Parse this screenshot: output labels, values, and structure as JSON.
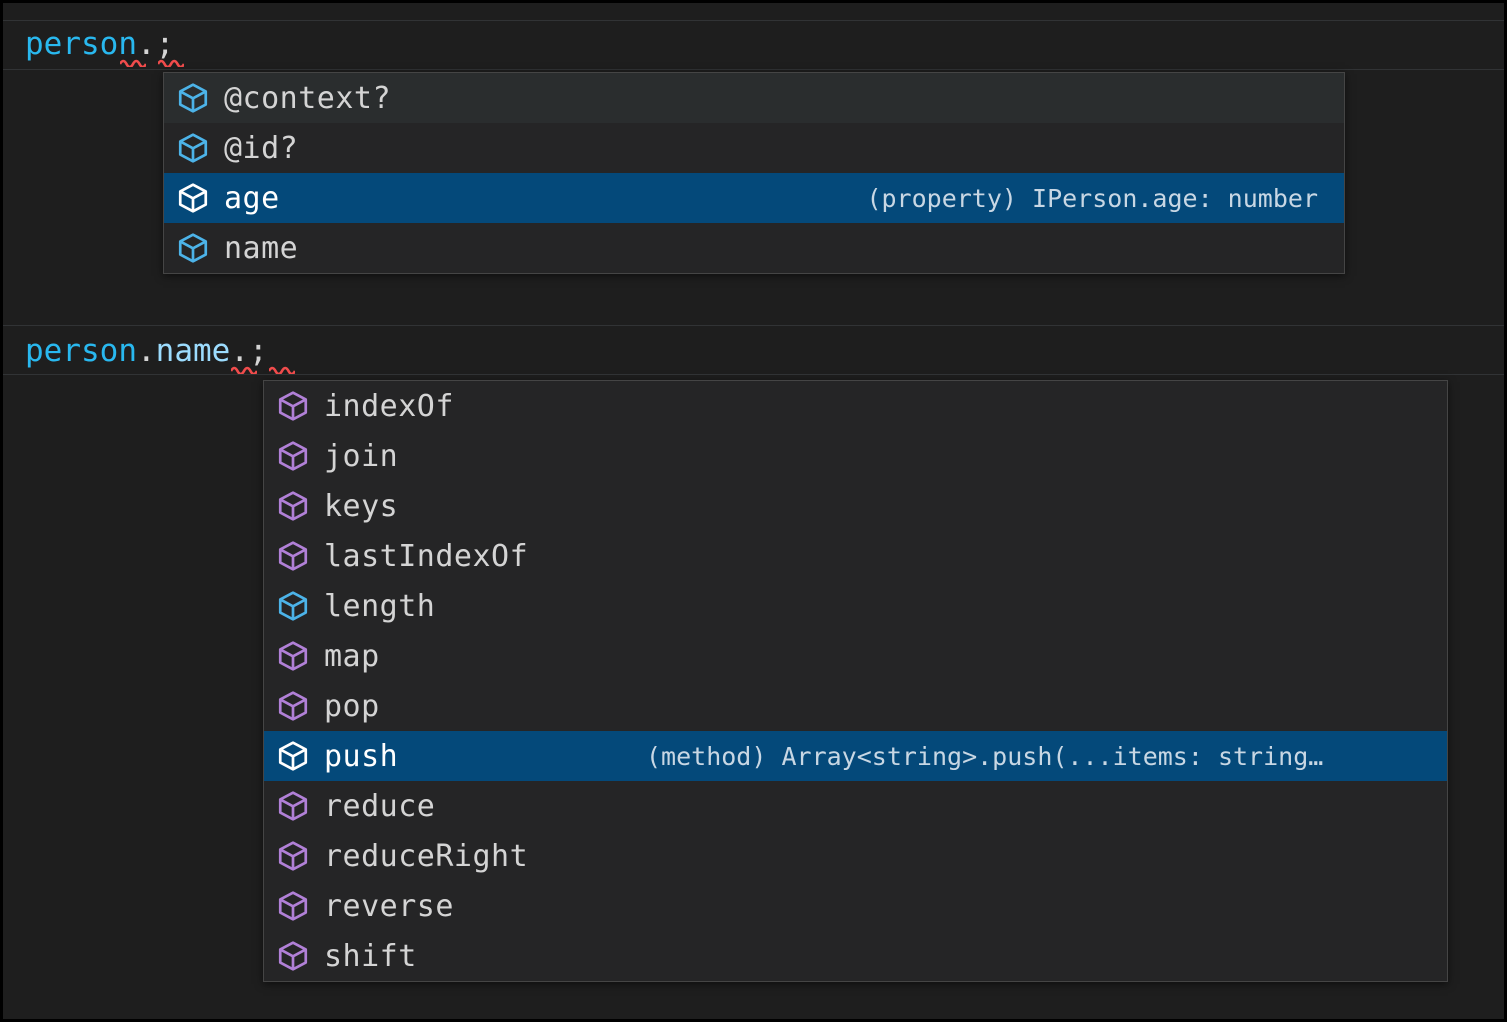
{
  "editor": {
    "background": "#1e1e1e",
    "code_lines": [
      {
        "id": "line-person",
        "segments": [
          {
            "text": "person",
            "kind": "variable"
          },
          {
            "text": ".",
            "kind": "punctuation",
            "error": true
          },
          {
            "text": ";",
            "kind": "punctuation",
            "error": true
          }
        ],
        "plain": "person.;"
      },
      {
        "id": "line-person-name",
        "segments": [
          {
            "text": "person",
            "kind": "variable"
          },
          {
            "text": ".",
            "kind": "punctuation"
          },
          {
            "text": "name",
            "kind": "property"
          },
          {
            "text": ".",
            "kind": "punctuation",
            "error": true
          },
          {
            "text": ";",
            "kind": "punctuation",
            "error": true
          }
        ],
        "plain": "person.name.;"
      }
    ]
  },
  "colors": {
    "editor_background": "#1e1e1e",
    "widget_background": "#252526",
    "widget_border": "#454545",
    "selection_blue": "#04497a",
    "hover_row": "#2a2d2e",
    "text": "#d4d4d4",
    "property_icon": "#4cb3e8",
    "method_icon": "#b180d7",
    "selected_icon": "#ffffff",
    "error_squiggle": "#f14c4c",
    "variable_token": "#29b8ef",
    "property_token": "#9cdcfe"
  },
  "suggest_person": {
    "name": "suggest-widget-person",
    "items": [
      {
        "label": "@context?",
        "icon": "property-cube-icon",
        "icon_kind": "property",
        "state": "hover",
        "detail": ""
      },
      {
        "label": "@id?",
        "icon": "property-cube-icon",
        "icon_kind": "property",
        "state": "normal",
        "detail": ""
      },
      {
        "label": "age",
        "icon": "property-cube-icon",
        "icon_kind": "property",
        "state": "selected",
        "detail": "(property) IPerson.age: number"
      },
      {
        "label": "name",
        "icon": "property-cube-icon",
        "icon_kind": "property",
        "state": "normal",
        "detail": ""
      }
    ]
  },
  "suggest_name": {
    "name": "suggest-widget-name",
    "items": [
      {
        "label": "indexOf",
        "icon": "method-cube-icon",
        "icon_kind": "method",
        "state": "normal",
        "detail": ""
      },
      {
        "label": "join",
        "icon": "method-cube-icon",
        "icon_kind": "method",
        "state": "normal",
        "detail": ""
      },
      {
        "label": "keys",
        "icon": "method-cube-icon",
        "icon_kind": "method",
        "state": "normal",
        "detail": ""
      },
      {
        "label": "lastIndexOf",
        "icon": "method-cube-icon",
        "icon_kind": "method",
        "state": "normal",
        "detail": ""
      },
      {
        "label": "length",
        "icon": "property-cube-icon",
        "icon_kind": "property",
        "state": "normal",
        "detail": ""
      },
      {
        "label": "map",
        "icon": "method-cube-icon",
        "icon_kind": "method",
        "state": "normal",
        "detail": ""
      },
      {
        "label": "pop",
        "icon": "method-cube-icon",
        "icon_kind": "method",
        "state": "normal",
        "detail": ""
      },
      {
        "label": "push",
        "icon": "method-cube-icon",
        "icon_kind": "method",
        "state": "selected",
        "detail": "(method) Array<string>.push(...items: string…"
      },
      {
        "label": "reduce",
        "icon": "method-cube-icon",
        "icon_kind": "method",
        "state": "normal",
        "detail": ""
      },
      {
        "label": "reduceRight",
        "icon": "method-cube-icon",
        "icon_kind": "method",
        "state": "normal",
        "detail": ""
      },
      {
        "label": "reverse",
        "icon": "method-cube-icon",
        "icon_kind": "method",
        "state": "normal",
        "detail": ""
      },
      {
        "label": "shift",
        "icon": "method-cube-icon",
        "icon_kind": "method",
        "state": "normal",
        "detail": ""
      }
    ]
  }
}
